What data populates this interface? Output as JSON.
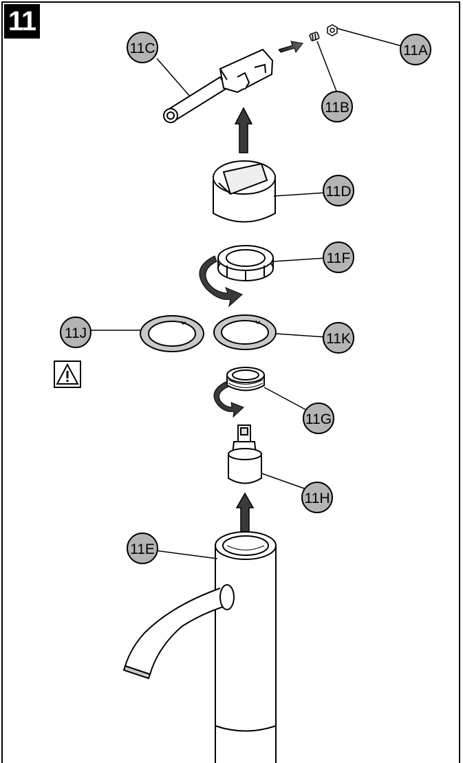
{
  "step": {
    "number": "11"
  },
  "warning": {
    "icon": "warning-triangle-icon"
  },
  "callouts": [
    {
      "id": "11A",
      "label": "11A"
    },
    {
      "id": "11B",
      "label": "11B"
    },
    {
      "id": "11C",
      "label": "11C"
    },
    {
      "id": "11D",
      "label": "11D"
    },
    {
      "id": "11F",
      "label": "11F"
    },
    {
      "id": "11J",
      "label": "11J"
    },
    {
      "id": "11K",
      "label": "11K"
    },
    {
      "id": "11G",
      "label": "11G"
    },
    {
      "id": "11H",
      "label": "11H"
    },
    {
      "id": "11E",
      "label": "11E"
    }
  ],
  "colors": {
    "callout_fill": "#b4b4b4",
    "line": "#000000",
    "arrow_fill": "#3c3c3c",
    "washer_fill": "#c8c8c8",
    "background": "#ffffff"
  }
}
